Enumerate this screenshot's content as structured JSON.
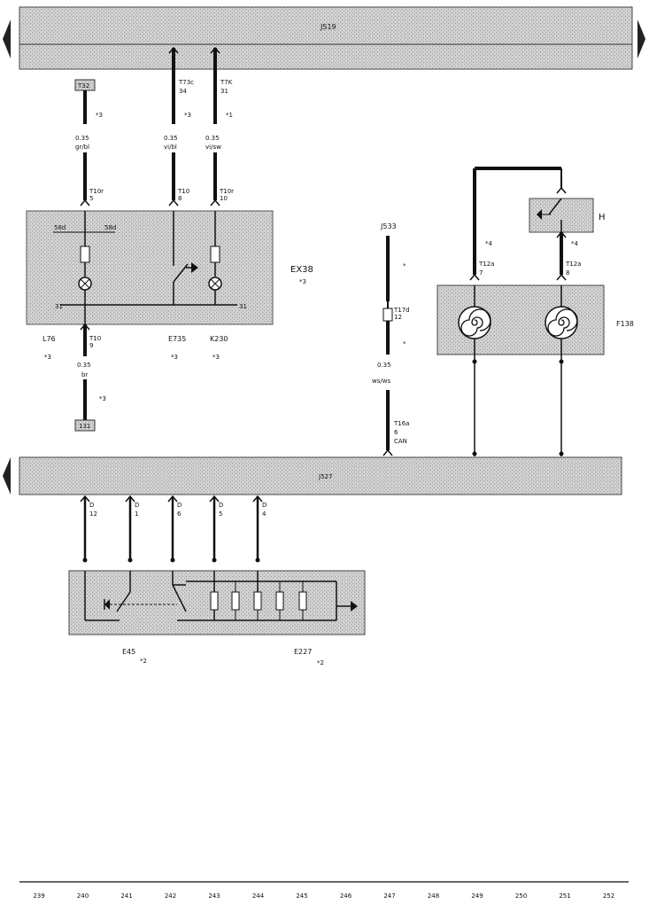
{
  "buses": {
    "top": "J519",
    "bottom": "J527"
  },
  "top_section": {
    "connector_left": "T32",
    "pins": {
      "p1_conn": "T73c",
      "p1_pin": "34",
      "p2_conn": "T7K",
      "p2_pin": "31"
    },
    "notes": {
      "n1": "*3",
      "n2": "*3",
      "n3": "*1"
    },
    "wires": {
      "w1_size": "0.35",
      "w1_color": "gr/bl",
      "w2_size": "0.35",
      "w2_color": "vi/bl",
      "w3_size": "0.35",
      "w3_color": "vi/sw"
    },
    "module_pins": {
      "a_conn": "T10r",
      "a_pin": "5",
      "b_conn": "T10",
      "b_pin": "8",
      "c_conn": "T10r",
      "c_pin": "10"
    },
    "module_inner": {
      "left": "58d",
      "right": "58d",
      "ground_l": "31",
      "ground_r": "31"
    },
    "module_name": "EX38",
    "module_note": "*3",
    "components": {
      "lamp_l": "L76",
      "lamp_l_note": "*3",
      "switch": "E735",
      "switch_note": "*3",
      "lamp_r": "K230",
      "lamp_r_note": "*3"
    },
    "below": {
      "conn": "T10",
      "pin": "9",
      "size": "0.35",
      "color": "br",
      "note": "*3",
      "ground": "131"
    }
  },
  "right_section": {
    "j533": "J533",
    "j533_note": "*",
    "j533_conn": "T17d",
    "j533_pin": "12",
    "j533_note2": "*",
    "wire_size": "0.35",
    "wire_color": "ws/ws",
    "lower_conn": "T16a",
    "lower_pin": "6",
    "lower_pin2": "CAN",
    "switch_label": "H",
    "notes": {
      "a": "*4",
      "b": "*4"
    },
    "clock_pins": {
      "a_conn": "T12a",
      "a_pin": "7",
      "b_conn": "T12a",
      "b_pin": "8"
    },
    "module_name": "F138"
  },
  "bottom_section": {
    "pins": [
      {
        "conn": "D",
        "pin": "12"
      },
      {
        "conn": "D",
        "pin": "1"
      },
      {
        "conn": "D",
        "pin": "6"
      },
      {
        "conn": "D",
        "pin": "5"
      },
      {
        "conn": "D",
        "pin": "4"
      }
    ],
    "comp_left": "E45",
    "comp_left_note": "*2",
    "comp_right": "E227",
    "comp_right_note": "*2"
  },
  "footer": {
    "numbers": [
      "239",
      "240",
      "241",
      "242",
      "243",
      "244",
      "245",
      "246",
      "247",
      "248",
      "249",
      "250",
      "251",
      "252"
    ]
  }
}
